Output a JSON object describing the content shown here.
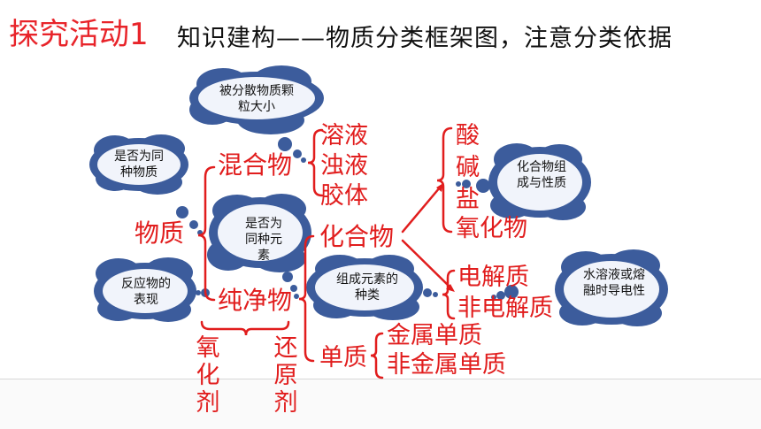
{
  "title": "探究活动1",
  "subtitle": "知识建构——物质分类框架图，注意分类依据",
  "root": "物质",
  "mixture": {
    "label": "混合物",
    "types": [
      "溶液",
      "浊液",
      "胶体"
    ]
  },
  "pure": {
    "label": "纯净物",
    "types": [
      "单质",
      "化合物"
    ]
  },
  "compound": {
    "by_composition": [
      "酸",
      "碱",
      "盐",
      "氧化物"
    ],
    "by_electrolyte": [
      "电解质",
      "非电解质"
    ]
  },
  "elemental": [
    "金属单质",
    "非金属单质"
  ],
  "reaction": [
    "氧化剂",
    "还原剂"
  ],
  "clouds": {
    "particle_size": "被分散物质颗粒大小",
    "same_substance": "是否为同种物质",
    "same_element": "是否为同种元素",
    "reactant": "反应物的表现",
    "composition": "化合物组成与性质",
    "component_elements": "组成元素的种类",
    "conductivity": "水溶液或熔融时导电性"
  },
  "colors": {
    "accent": "#e11d1d",
    "cloud_fill": "#3c5c9c",
    "cloud_inner": "#f1f4fb"
  }
}
